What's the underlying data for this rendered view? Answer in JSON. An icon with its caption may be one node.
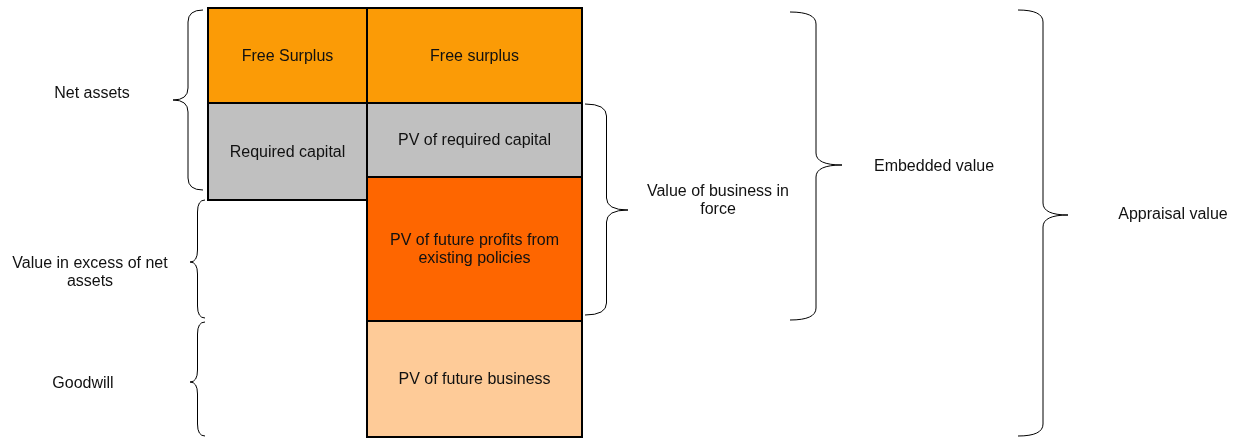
{
  "diagram": {
    "nodes": [
      {
        "text": [
          "Free Surplus"
        ]
      },
      {
        "text": [
          "Required capital"
        ]
      },
      {
        "text": [
          "Free surplus"
        ]
      },
      {
        "text": [
          "PV of required capital"
        ]
      },
      {
        "text": [
          "PV of future profits from existing policies"
        ]
      },
      {
        "text": [
          "PV of future business"
        ]
      }
    ],
    "labels": [
      "Net assets",
      "Embedded value",
      "Value of business in force",
      "Appraisal value",
      "Value in excess of net assets",
      "Goodwill"
    ]
  }
}
